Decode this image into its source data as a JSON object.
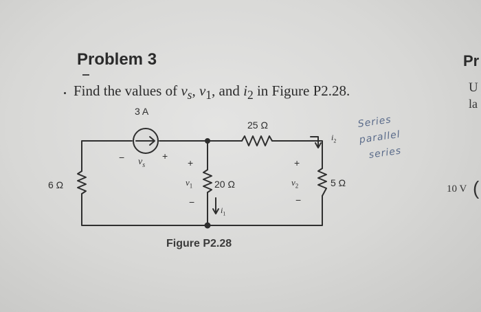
{
  "problem": {
    "title": "Problem 3",
    "question_prefix": "Find the values of ",
    "vs": "v",
    "vs_sub": "s",
    "sep1": ", ",
    "v1": "v",
    "v1_sub": "1",
    "sep2": ", and ",
    "i2": "i",
    "i2_sub": "2",
    "question_suffix": " in Figure P2.28."
  },
  "figure": {
    "caption": "Figure P2.28",
    "source_label": "3 A",
    "res_left": "6 Ω",
    "res_top": "25 Ω",
    "res_middle": "20 Ω",
    "res_right": "5 Ω",
    "vs_label": "v",
    "vs_sub": "s",
    "v1_label": "v",
    "v1_sub": "1",
    "v2_label": "v",
    "v2_sub": "2",
    "i1_label": "i",
    "i1_sub": "1",
    "i2_label": "i",
    "i2_sub": "2",
    "plus": "+",
    "minus": "−"
  },
  "handwritten": [
    "Series",
    "parallel",
    "series"
  ],
  "next_page": {
    "title": "Pr",
    "line1": "U",
    "line2": "la",
    "source": "10 V",
    "paren": "("
  },
  "colors": {
    "ink": "#2e2e2e",
    "pencil": "#5a6b8a",
    "paper": "#d9d9d8"
  }
}
